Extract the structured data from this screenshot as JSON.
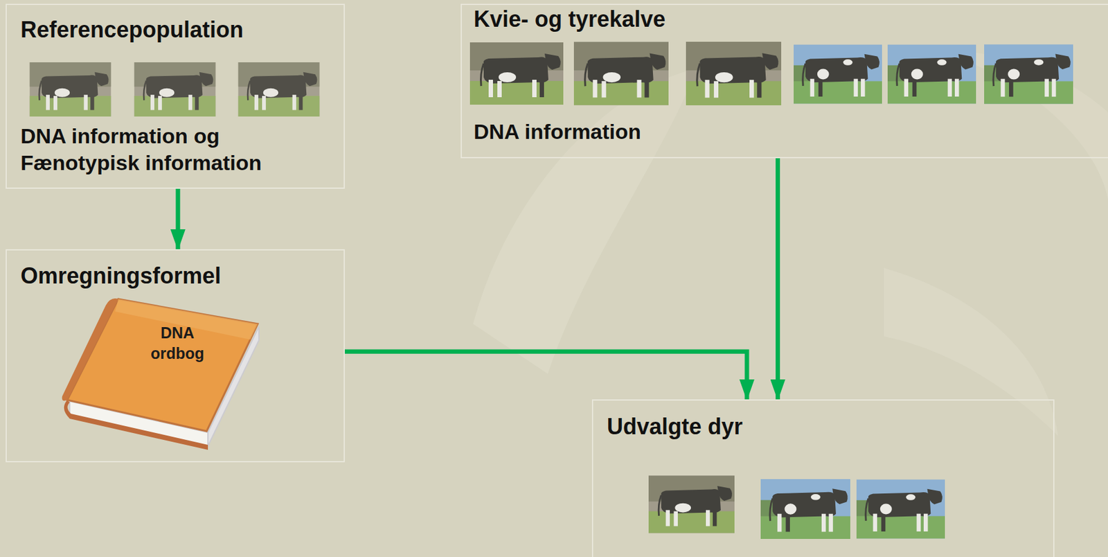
{
  "diagram": {
    "nodes": [
      {
        "text": [
          "Referencepopulation",
          "DNA information og Fænotypisk information"
        ]
      },
      {
        "text": [
          "Omregningsformel",
          "DNA ordbog"
        ]
      },
      {
        "text": [
          "Kvie- og tyrekalve",
          "DNA information"
        ]
      },
      {
        "text": [
          "Udvalgte dyr"
        ]
      }
    ],
    "edges": [
      {
        "from": 0,
        "to": 1,
        "arrow": "to"
      },
      {
        "from": 1,
        "to": 3,
        "arrow": "to"
      },
      {
        "from": 2,
        "to": 3,
        "arrow": "to"
      }
    ]
  }
}
